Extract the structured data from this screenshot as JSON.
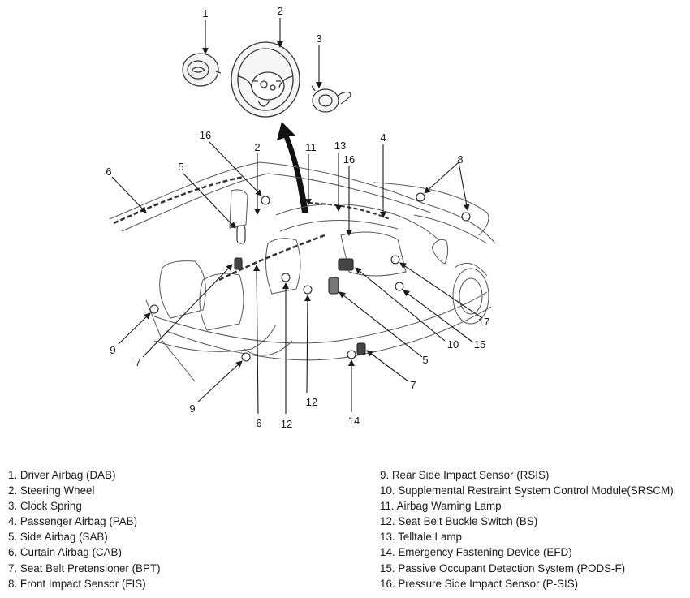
{
  "callouts": [
    "1",
    "2",
    "3",
    "16",
    "2",
    "11",
    "13",
    "16",
    "4",
    "8",
    "6",
    "5",
    "9",
    "7",
    "9",
    "6",
    "12",
    "12",
    "14",
    "7",
    "5",
    "10",
    "15",
    "17"
  ],
  "legend_left": [
    "1. Driver Airbag (DAB)",
    "2. Steering Wheel",
    "3. Clock Spring",
    "4. Passenger Airbag (PAB)",
    "5. Side Airbag (SAB)",
    "6. Curtain Airbag (CAB)",
    "7. Seat Belt Pretensioner (BPT)",
    "8. Front Impact Sensor (FIS)"
  ],
  "legend_right": [
    "9. Rear Side Impact Sensor (RSIS)",
    "10. Supplemental Restraint System Control Module(SRSCM)",
    "11. Airbag Warning Lamp",
    "12. Seat Belt Buckle Switch (BS)",
    "13. Telltale Lamp",
    "14. Emergency Fastening Device (EFD)",
    "15. Passive Occupant Detection System (PODS-F)",
    "16. Pressure Side Impact Sensor (P-SIS)"
  ]
}
